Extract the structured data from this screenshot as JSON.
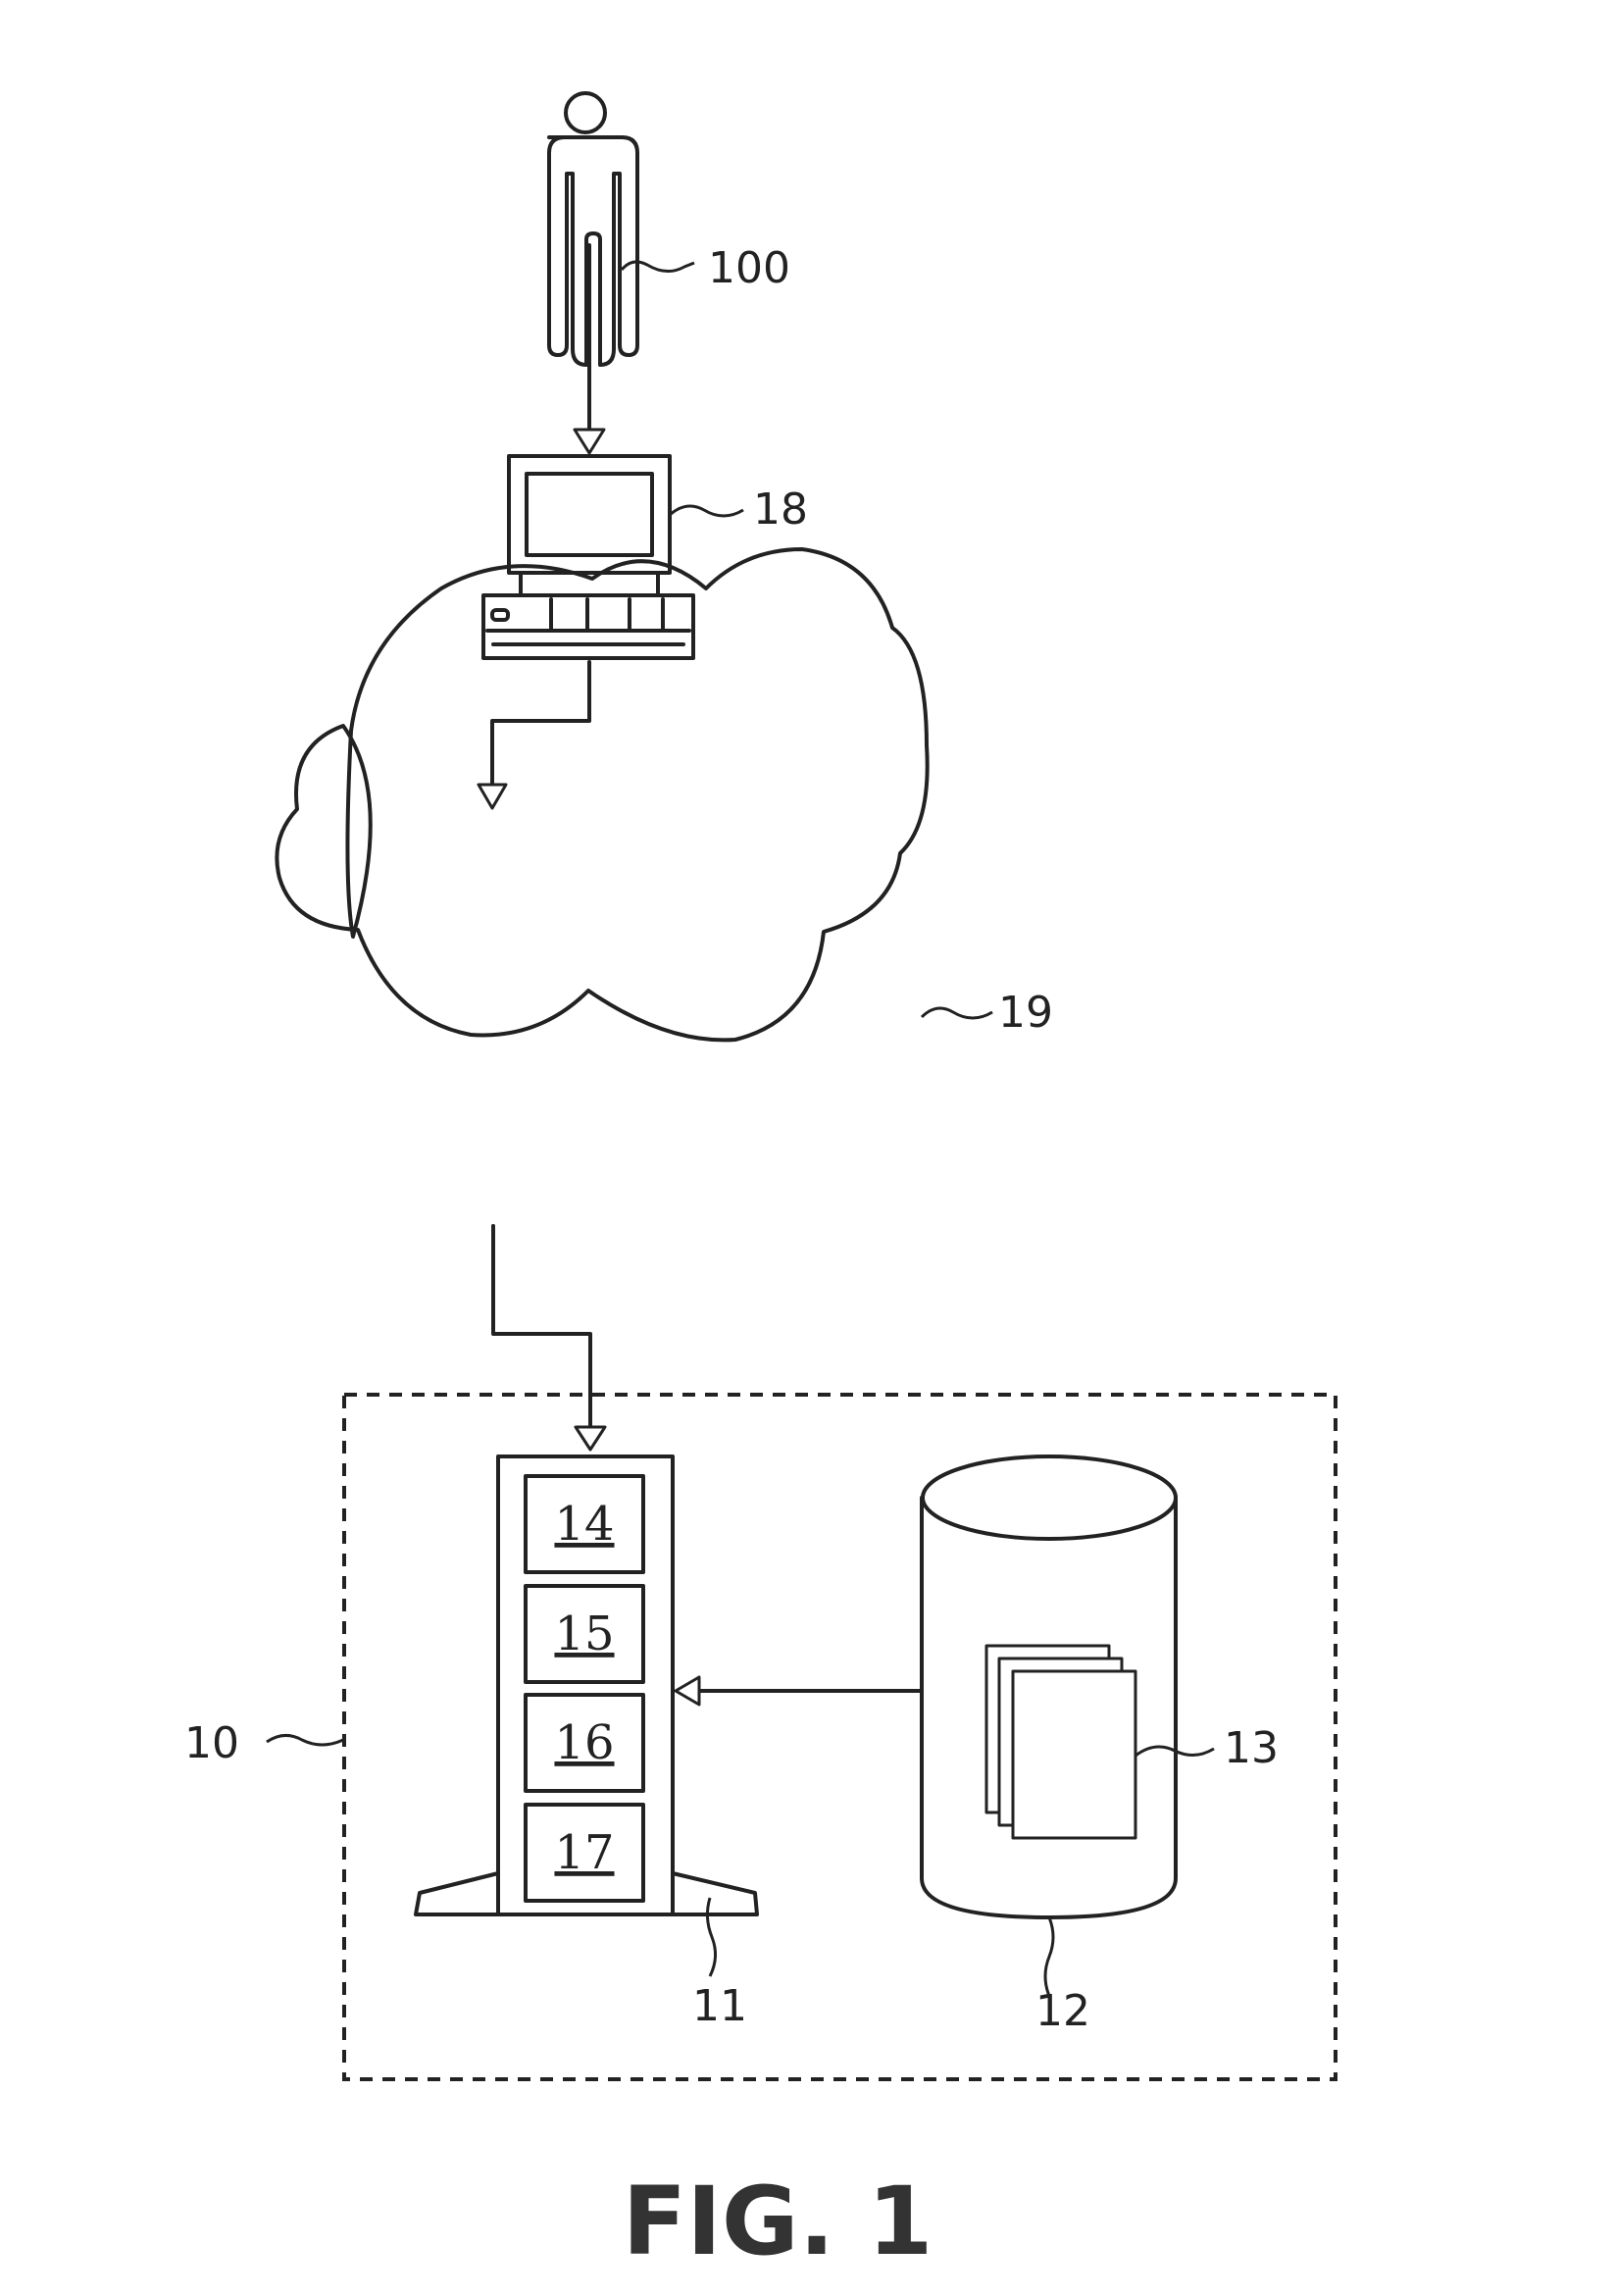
{
  "figure_title": "FIG. 1",
  "reference_numerals": {
    "user": "100",
    "client_computer": "18",
    "network_cloud": "19",
    "system_boundary": "10",
    "server": "11",
    "database": "12",
    "documents": "13"
  },
  "server_modules": [
    "14",
    "15",
    "16",
    "17"
  ]
}
